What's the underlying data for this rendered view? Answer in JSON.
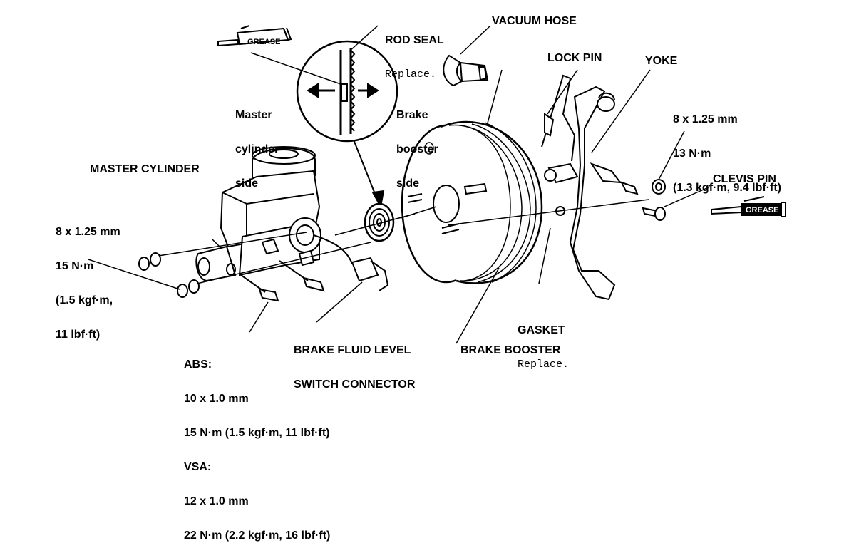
{
  "labels": {
    "rod_seal": "ROD SEAL",
    "rod_seal_note": "Replace.",
    "vacuum_hose": "VACUUM HOSE",
    "lock_pin": "LOCK PIN",
    "yoke": "YOKE",
    "master_cylinder_side": [
      "Master",
      "cylinder",
      "side"
    ],
    "brake_booster_side": [
      "Brake",
      "booster",
      "side"
    ],
    "yoke_bolt_spec": [
      "8 x 1.25 mm",
      "13 N·m",
      "(1.3 kgf·m, 9.4 lbf·ft)"
    ],
    "clevis_pin": "CLEVIS PIN",
    "master_cylinder": "MASTER CYLINDER",
    "master_cylinder_nut_spec": [
      "8 x 1.25 mm",
      "15 N·m",
      "(1.5 kgf·m,",
      "11 lbf·ft)"
    ],
    "gasket": "GASKET",
    "gasket_note": "Replace.",
    "brake_fluid_level_switch_connector": [
      "BRAKE FLUID LEVEL",
      "SWITCH CONNECTOR"
    ],
    "brake_booster": "BRAKE BOOSTER",
    "valve_spec": [
      "ABS:",
      "10 x 1.0 mm",
      "15 N·m (1.5 kgf·m, 11 lbf·ft)",
      "VSA:",
      "12 x 1.0 mm",
      "22 N·m (2.2 kgf·m, 16 lbf·ft)"
    ],
    "grease_top": "GREASE",
    "grease_right": "GREASE"
  }
}
